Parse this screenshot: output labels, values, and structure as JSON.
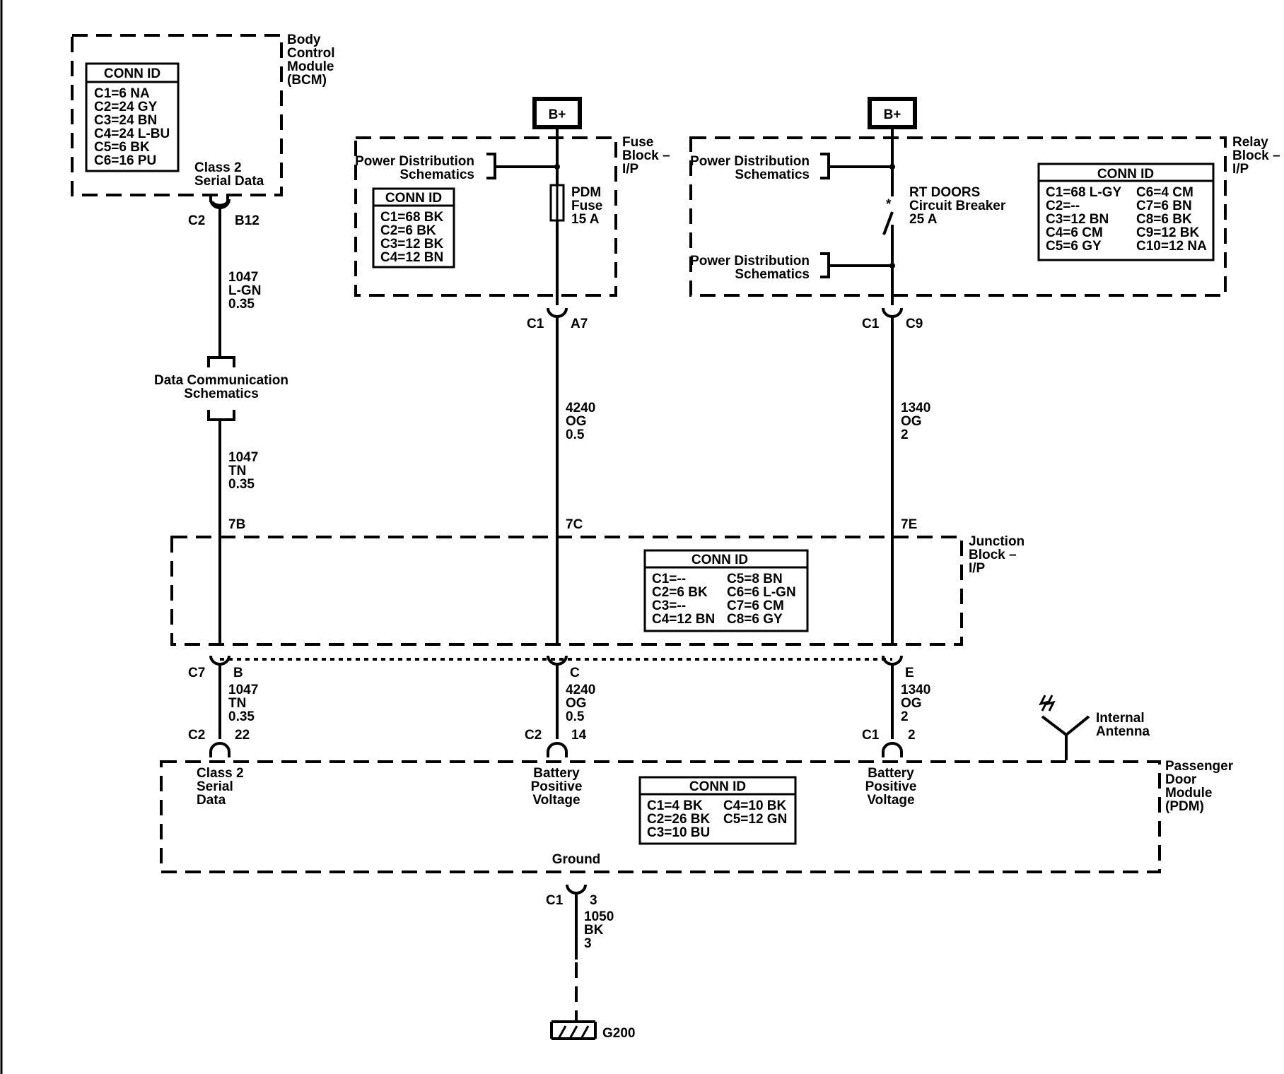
{
  "bcm": {
    "name": [
      "Body",
      "Control",
      "Module",
      "(BCM)"
    ],
    "conn_title": "CONN ID",
    "conn": [
      "C1=6 NA",
      "C2=24 GY",
      "C3=24 BN",
      "C4=24 L-BU",
      "C5=6 BK",
      "C6=16 PU"
    ],
    "pin_label": [
      "Class 2",
      "Serial Data"
    ],
    "connector": "C2",
    "pin": "B12"
  },
  "fuse_block": {
    "name": [
      "Fuse",
      "Block –",
      "I/P"
    ],
    "bplus": "B+",
    "power_ref": [
      "Power Distribution",
      "Schematics"
    ],
    "conn_title": "CONN ID",
    "conn": [
      "C1=68 BK",
      "C2=6 BK",
      "C3=12 BK",
      "C4=12 BN"
    ],
    "fuse": [
      "PDM",
      "Fuse",
      "15 A"
    ],
    "connector": "C1",
    "pin": "A7"
  },
  "relay_block": {
    "name": [
      "Relay",
      "Block –",
      "I/P"
    ],
    "bplus": "B+",
    "power_ref_1": [
      "Power Distribution",
      "Schematics"
    ],
    "power_ref_2": [
      "Power Distribution",
      "Schematics"
    ],
    "breaker": [
      "RT DOORS",
      "Circuit Breaker",
      "25 A"
    ],
    "conn_title": "CONN ID",
    "conn_left": [
      "C1=68 L-GY",
      "C2=--",
      "C3=12 BN",
      "C4=6 CM",
      "C5=6 GY"
    ],
    "conn_right": [
      "C6=4 CM",
      "C7=6 BN",
      "C8=6 BK",
      "C9=12 BK",
      "C10=12 NA"
    ],
    "connector": "C1",
    "pin": "C9"
  },
  "wires": {
    "bcm_upper": [
      "1047",
      "L-GN",
      "0.35"
    ],
    "data_comm": [
      "Data Communication",
      "Schematics"
    ],
    "bcm_lower": [
      "1047",
      "TN",
      "0.35"
    ],
    "fuse": [
      "4240",
      "OG",
      "0.5"
    ],
    "relay": [
      "1340",
      "OG",
      "2"
    ],
    "bottom_1": [
      "1047",
      "TN",
      "0.35"
    ],
    "bottom_2": [
      "4240",
      "OG",
      "0.5"
    ],
    "bottom_3": [
      "1340",
      "OG",
      "2"
    ],
    "ground": [
      "1050",
      "BK",
      "3"
    ]
  },
  "junction_block": {
    "name": [
      "Junction",
      "Block –",
      "I/P"
    ],
    "pins_top": [
      "7B",
      "7C",
      "7E"
    ],
    "conn_title": "CONN ID",
    "conn_left": [
      "C1=--",
      "C2=6 BK",
      "C3=--",
      "C4=12 BN"
    ],
    "conn_right": [
      "C5=8 BN",
      "C6=6 L-GN",
      "C7=6 CM",
      "C8=6 GY"
    ],
    "connector": "C7",
    "pins_bottom": [
      "B",
      "C",
      "E"
    ]
  },
  "pdm": {
    "name": [
      "Passenger",
      "Door",
      "Module",
      "(PDM)"
    ],
    "conn_title": "CONN ID",
    "conn_left": [
      "C1=4 BK",
      "C2=26 BK",
      "C3=10 BU"
    ],
    "conn_right": [
      "C4=10 BK",
      "C5=12 GN"
    ],
    "pin1": {
      "connector": "C2",
      "pin": "22",
      "label": [
        "Class 2",
        "Serial",
        "Data"
      ]
    },
    "pin2": {
      "connector": "C2",
      "pin": "14",
      "label": [
        "Battery",
        "Positive",
        "Voltage"
      ]
    },
    "pin3": {
      "connector": "C1",
      "pin": "2",
      "label": [
        "Battery",
        "Positive",
        "Voltage"
      ]
    },
    "ground": {
      "label": "Ground",
      "connector": "C1",
      "pin": "3"
    },
    "antenna": [
      "Internal",
      "Antenna"
    ]
  },
  "ground_point": "G200"
}
